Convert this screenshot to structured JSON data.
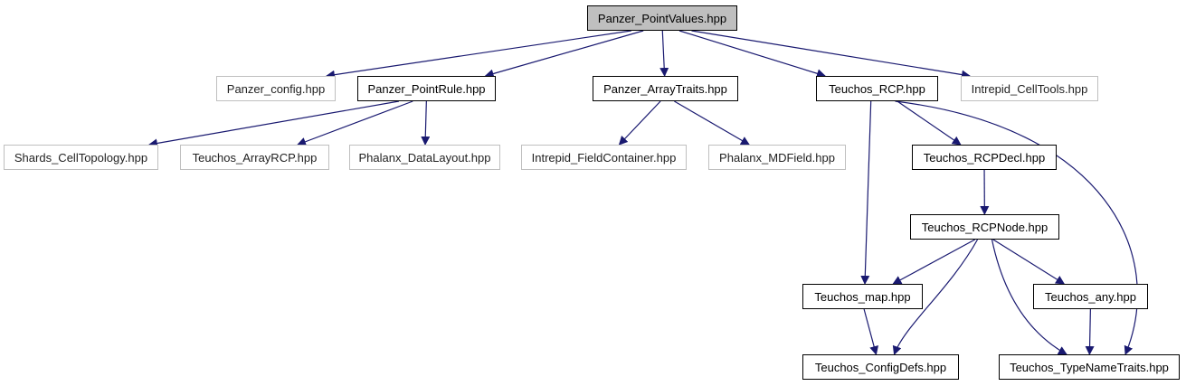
{
  "diagram": {
    "edge_color": "#191970",
    "nodes": {
      "root": {
        "label": "Panzer_PointValues.hpp",
        "kind": "root"
      },
      "panzer_config": {
        "label": "Panzer_config.hpp",
        "kind": "external"
      },
      "panzer_pointrule": {
        "label": "Panzer_PointRule.hpp",
        "kind": "documented"
      },
      "panzer_arraytraits": {
        "label": "Panzer_ArrayTraits.hpp",
        "kind": "documented"
      },
      "teuchos_rcp": {
        "label": "Teuchos_RCP.hpp",
        "kind": "documented"
      },
      "intrepid_celltools": {
        "label": "Intrepid_CellTools.hpp",
        "kind": "external"
      },
      "shards_celltopology": {
        "label": "Shards_CellTopology.hpp",
        "kind": "external"
      },
      "teuchos_arrayrcp": {
        "label": "Teuchos_ArrayRCP.hpp",
        "kind": "external"
      },
      "phalanx_datalayout": {
        "label": "Phalanx_DataLayout.hpp",
        "kind": "external"
      },
      "intrepid_fieldcontainer": {
        "label": "Intrepid_FieldContainer.hpp",
        "kind": "external"
      },
      "phalanx_mdfield": {
        "label": "Phalanx_MDField.hpp",
        "kind": "external"
      },
      "teuchos_rcpdecl": {
        "label": "Teuchos_RCPDecl.hpp",
        "kind": "documented"
      },
      "teuchos_rcpnode": {
        "label": "Teuchos_RCPNode.hpp",
        "kind": "documented"
      },
      "teuchos_map": {
        "label": "Teuchos_map.hpp",
        "kind": "documented"
      },
      "teuchos_any": {
        "label": "Teuchos_any.hpp",
        "kind": "documented"
      },
      "teuchos_configdefs": {
        "label": "Teuchos_ConfigDefs.hpp",
        "kind": "documented"
      },
      "teuchos_typenametraits": {
        "label": "Teuchos_TypeNameTraits.hpp",
        "kind": "documented"
      }
    },
    "edges": [
      [
        "root",
        "panzer_config"
      ],
      [
        "root",
        "panzer_pointrule"
      ],
      [
        "root",
        "panzer_arraytraits"
      ],
      [
        "root",
        "teuchos_rcp"
      ],
      [
        "root",
        "intrepid_celltools"
      ],
      [
        "panzer_pointrule",
        "shards_celltopology"
      ],
      [
        "panzer_pointrule",
        "teuchos_arrayrcp"
      ],
      [
        "panzer_pointrule",
        "phalanx_datalayout"
      ],
      [
        "panzer_arraytraits",
        "intrepid_fieldcontainer"
      ],
      [
        "panzer_arraytraits",
        "phalanx_mdfield"
      ],
      [
        "teuchos_rcp",
        "teuchos_rcpdecl"
      ],
      [
        "teuchos_rcp",
        "teuchos_map"
      ],
      [
        "teuchos_rcp",
        "teuchos_typenametraits"
      ],
      [
        "teuchos_rcpdecl",
        "teuchos_rcpnode"
      ],
      [
        "teuchos_rcpnode",
        "teuchos_map"
      ],
      [
        "teuchos_rcpnode",
        "teuchos_configdefs"
      ],
      [
        "teuchos_rcpnode",
        "teuchos_any"
      ],
      [
        "teuchos_rcpnode",
        "teuchos_typenametraits"
      ],
      [
        "teuchos_map",
        "teuchos_configdefs"
      ],
      [
        "teuchos_any",
        "teuchos_typenametraits"
      ]
    ]
  }
}
